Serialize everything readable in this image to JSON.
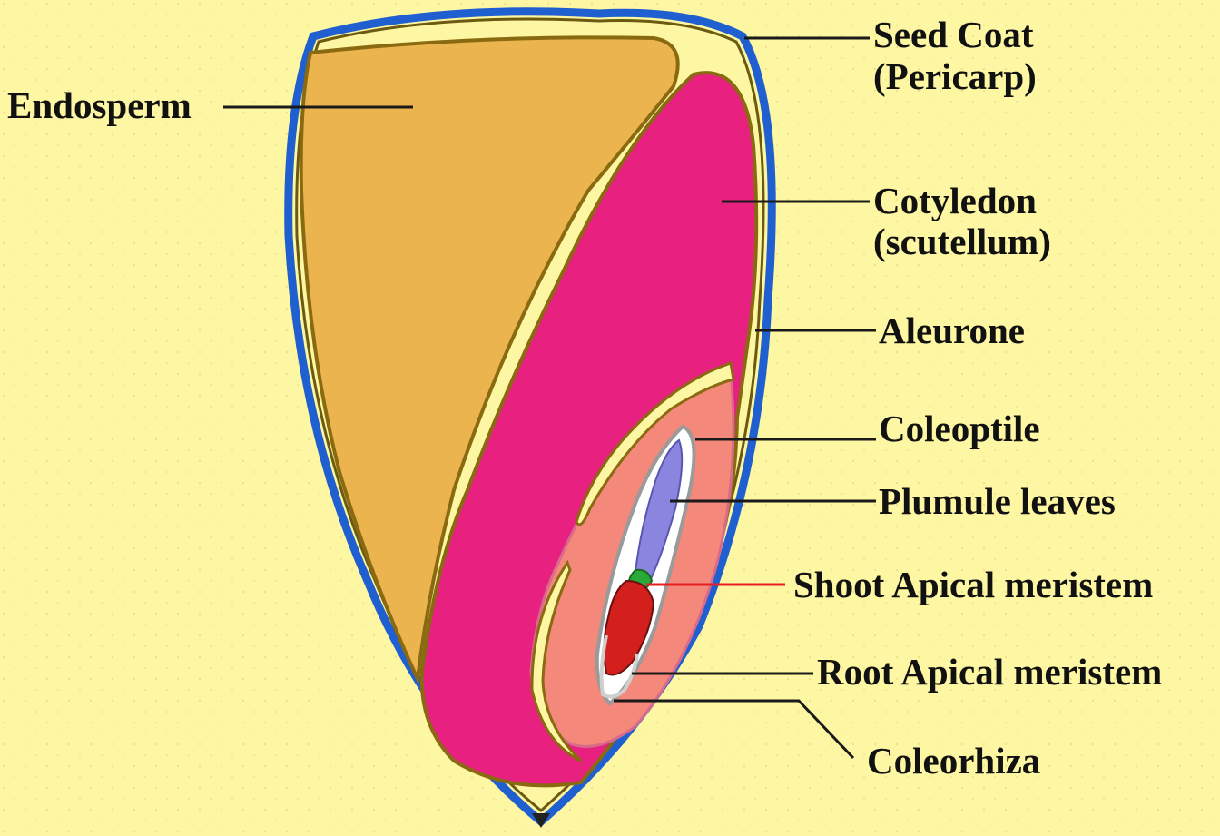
{
  "colors": {
    "background": "#fdf6a2",
    "seed_coat": "#1f5fd0",
    "aleurone": "#f3e27a",
    "endosperm": "#ebb44e",
    "cotyledon": "#e8207f",
    "coleoptile_zone": "#f4887a",
    "plumule": "#8a86e0",
    "shoot_meristem": "#2aa838",
    "root_meristem": "#d3201c",
    "red_leader": "#e62020"
  },
  "labels": {
    "seed_coat_line1": "Seed Coat",
    "seed_coat_line2": "(Pericarp)",
    "endosperm": "Endosperm",
    "cotyledon_line1": "Cotyledon",
    "cotyledon_line2": "(scutellum)",
    "aleurone": "Aleurone",
    "coleoptile": "Coleoptile",
    "plumule_leaves": "Plumule leaves",
    "shoot_apical_meristem": "Shoot Apical meristem",
    "root_apical_meristem": "Root Apical meristem",
    "coleorhiza": "Coleorhiza"
  }
}
